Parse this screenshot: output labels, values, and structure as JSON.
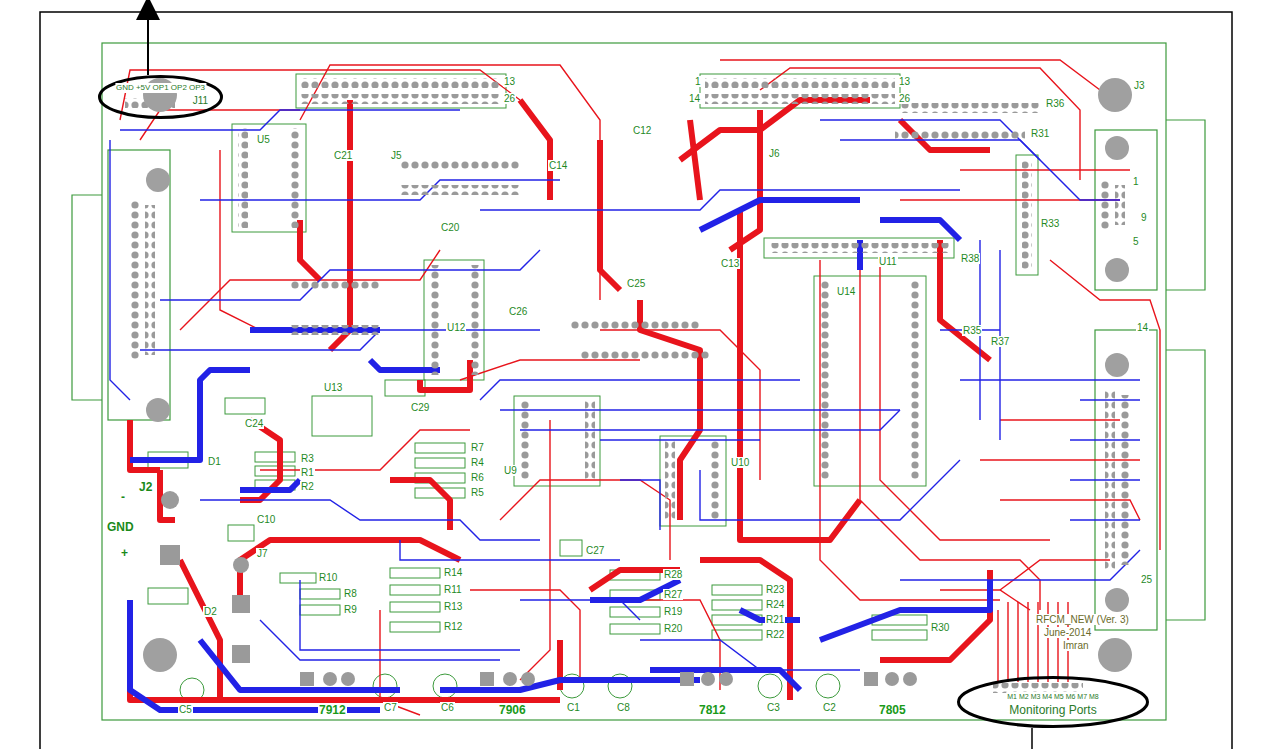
{
  "diagram": {
    "nodes": [
      {
        "text": [
          "GND +5V OP1 OP2 OP3",
          "J11"
        ]
      },
      {
        "text": [
          "M1 M2 M3 M4 M5 M6 M7 M8",
          "Monitoring Ports"
        ]
      }
    ],
    "labels": [
      "13",
      "26",
      "U5",
      "C21",
      "J5",
      "C20",
      "C14",
      "C12",
      "1",
      "14",
      "13",
      "26",
      "J6",
      "R36",
      "R31",
      "J3",
      "R33",
      "C25",
      "C26",
      "C13",
      "U11",
      "U14",
      "R38",
      "R35",
      "R37",
      "U12",
      "U13",
      "C29",
      "C24",
      "D1",
      "R3",
      "R1",
      "R2",
      "R7",
      "R4",
      "R6",
      "R5",
      "U9",
      "U10",
      "C27",
      "J2",
      "-",
      "GND",
      "+",
      "J7",
      "D2",
      "C10",
      "R10",
      "R8",
      "R9",
      "R14",
      "R11",
      "R13",
      "R12",
      "R28",
      "R27",
      "R19",
      "R20",
      "R23",
      "R24",
      "R21",
      "R22",
      "R30",
      "C5",
      "C7",
      "C6",
      "C1",
      "C8",
      "C3",
      "C2",
      "7912",
      "7906",
      "7812",
      "7805",
      "RFCM_NEW (Ver. 3)",
      "June-2014",
      "Imran",
      "1",
      "5",
      "9",
      "14",
      "25"
    ]
  }
}
